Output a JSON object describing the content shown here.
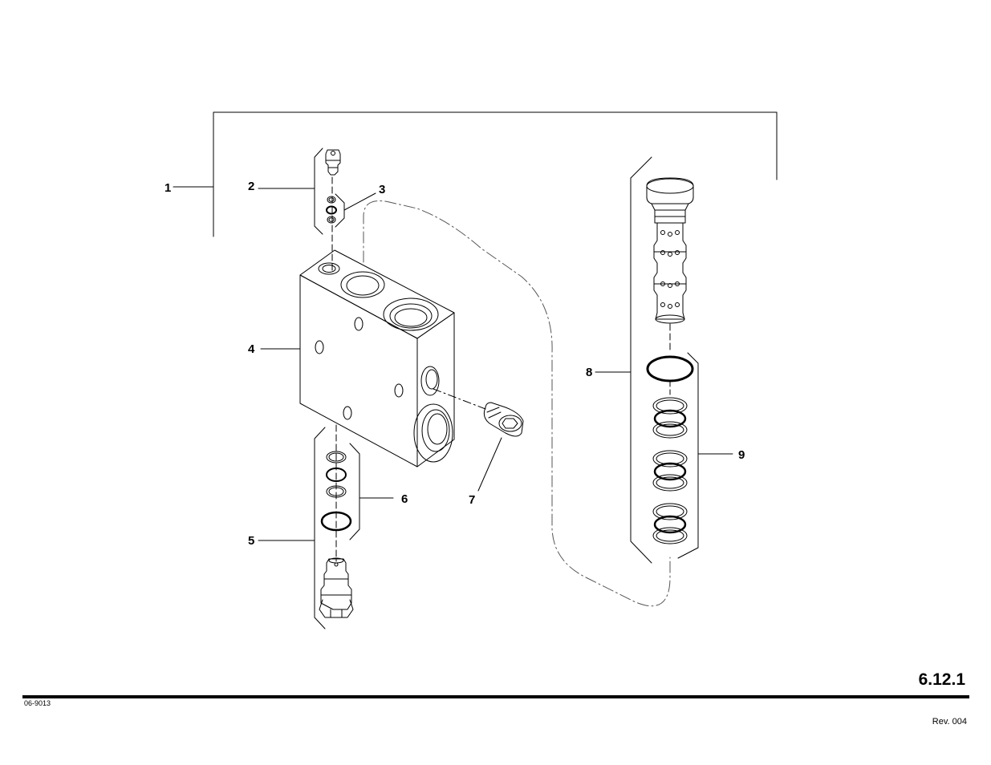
{
  "callouts": {
    "c1": "1",
    "c2": "2",
    "c3": "3",
    "c4": "4",
    "c5": "5",
    "c6": "6",
    "c7": "7",
    "c8": "8",
    "c9": "9"
  },
  "footer": {
    "section_number": "6.12.1",
    "drawing_number": "06-9013",
    "revision": "Rev. 004"
  }
}
